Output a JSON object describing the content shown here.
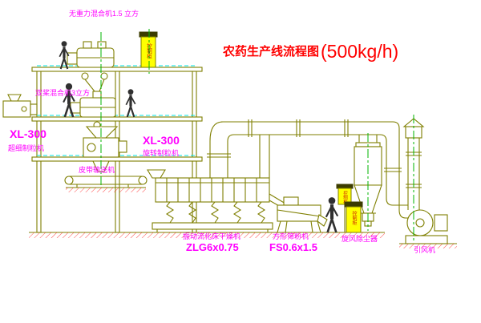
{
  "diagram": {
    "type": "process-flow-cad-drawing",
    "title": "农药生产线流程图",
    "capacity": "(500kg/h)"
  },
  "labels": {
    "gravity_mixer": "无重力混合机1.5 立方",
    "paddle_mixer": "双桨混合机3立方",
    "granulator_left": {
      "model": "XL-300",
      "name": "超细制粒机"
    },
    "granulator_center": {
      "model": "XL-300",
      "name": "旋转制粒机"
    },
    "belt_conveyor": "皮带输送机",
    "dryer": {
      "name": "振动流化床干燥机",
      "model": "ZLG6x0.75"
    },
    "sieve": {
      "name": "方形筛粉机",
      "model": "FS0.6x1.5"
    },
    "cyclone": "旋风除尘器",
    "fan": "引风机",
    "control_cabinet": "控制柜"
  },
  "colors": {
    "drawing_line": "#7f7f00",
    "label_text": "#ff00ff",
    "title_text": "#ff0000",
    "cabinet_fill": "#ffff00",
    "centerline": "#00b400",
    "platform_line": "#00e5e5",
    "ground_hatch": "#ff2020",
    "background": "#ffffff"
  }
}
